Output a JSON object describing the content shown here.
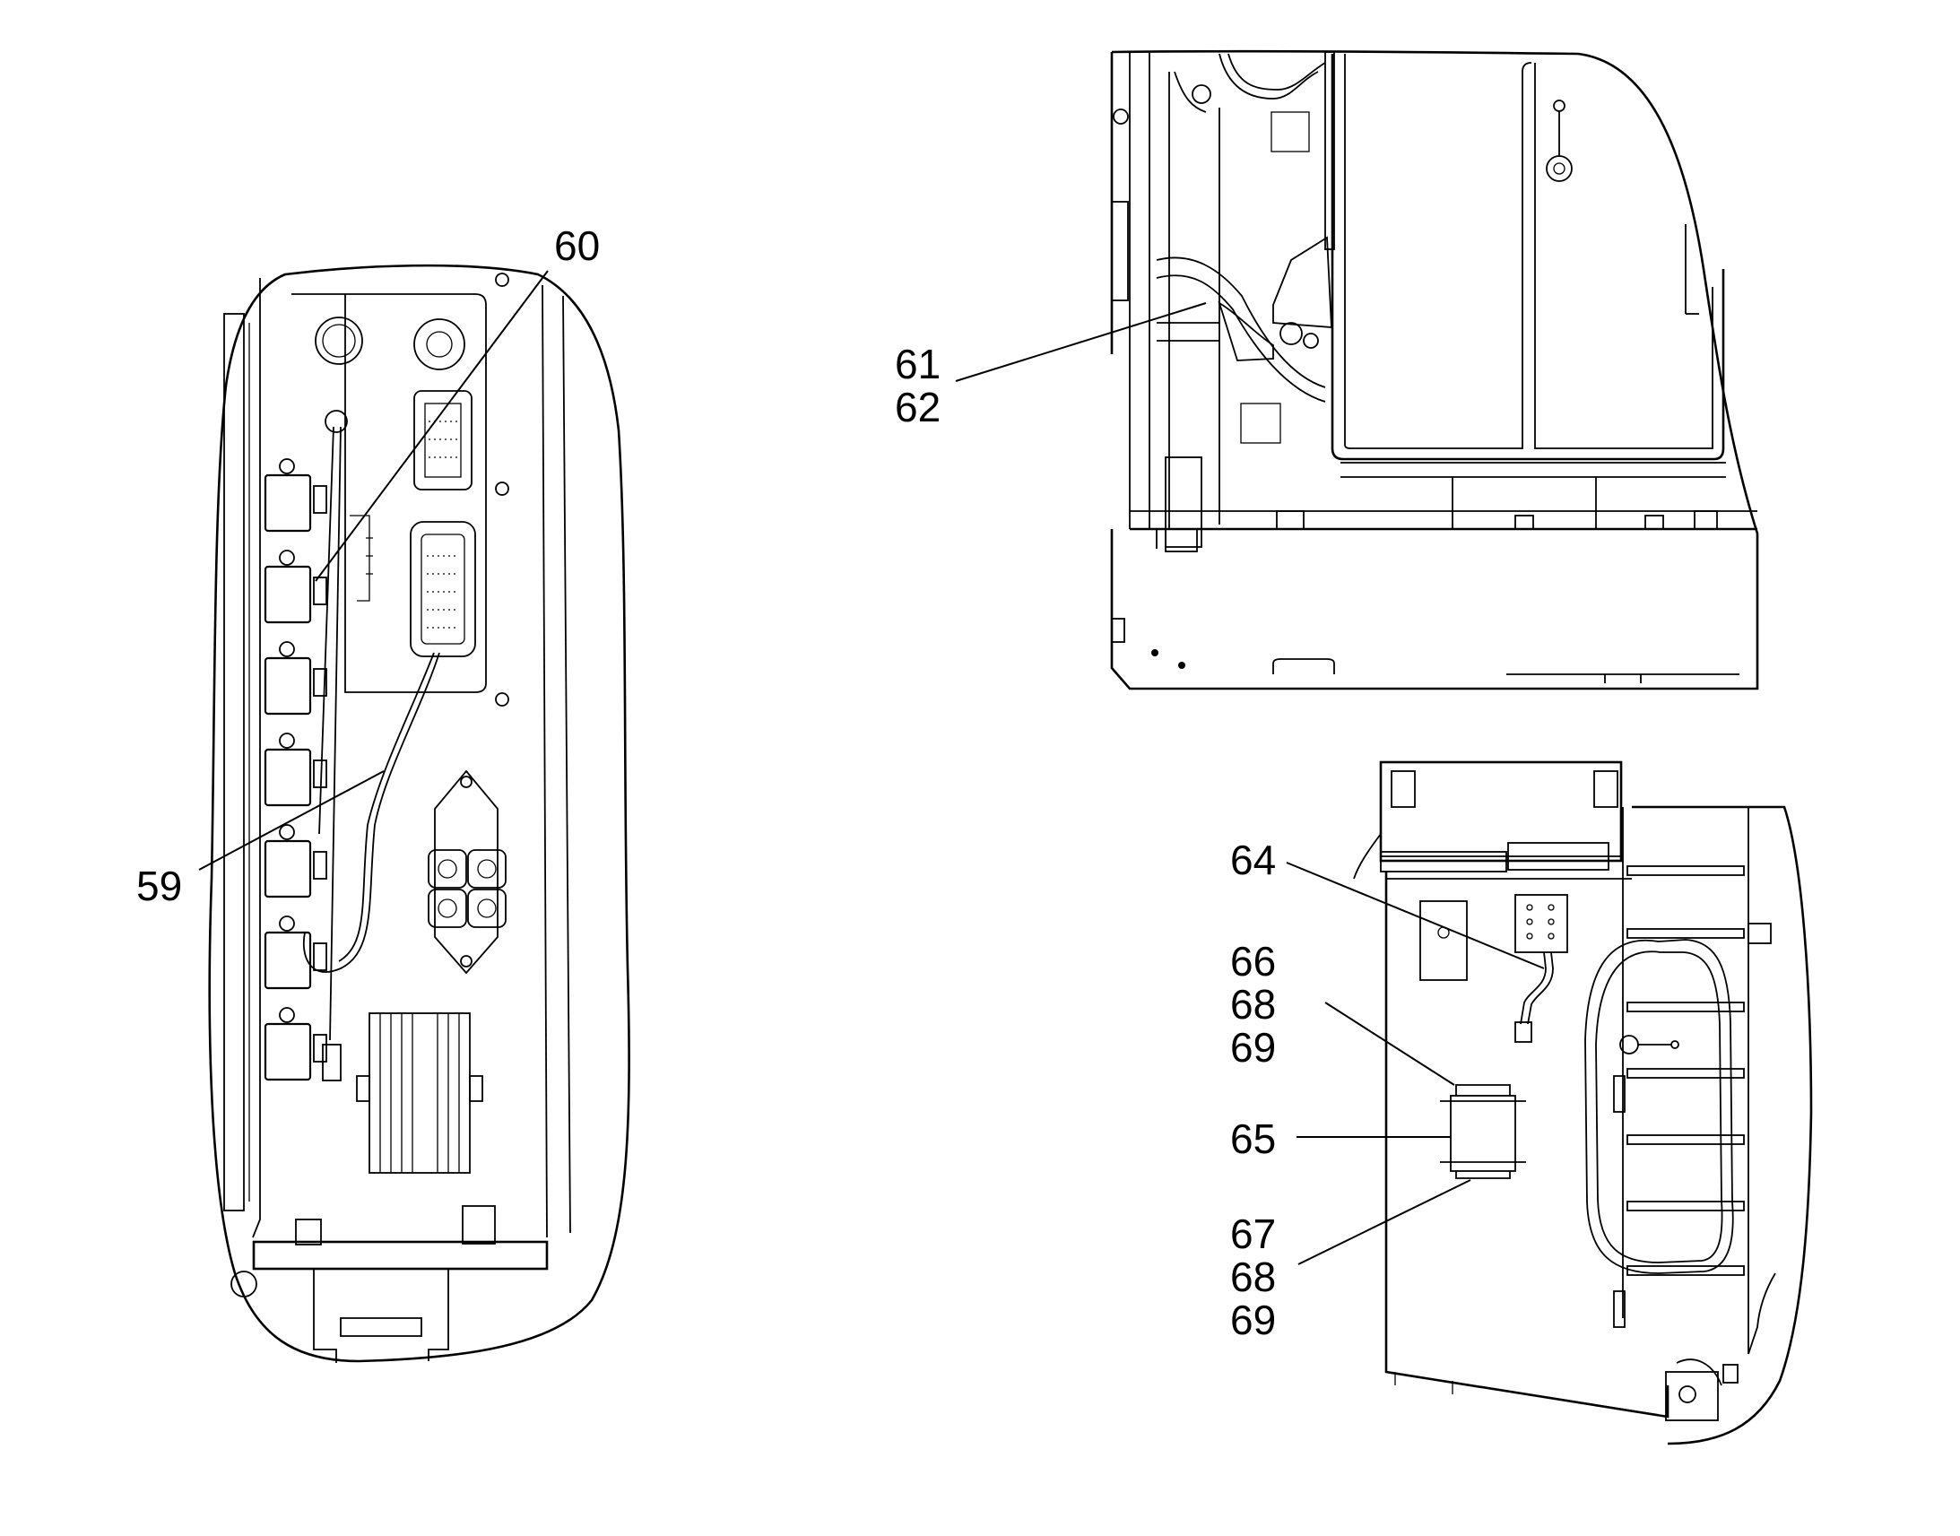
{
  "figure": {
    "views": [
      {
        "name": "left-panel-view",
        "callouts": [
          {
            "id": "callout-59",
            "lines": [
              "59"
            ]
          },
          {
            "id": "callout-60",
            "lines": [
              "60"
            ]
          }
        ]
      },
      {
        "name": "upper-right-view",
        "callouts": [
          {
            "id": "callout-61-62",
            "lines": [
              "61",
              "62"
            ]
          }
        ]
      },
      {
        "name": "lower-right-view",
        "callouts": [
          {
            "id": "callout-64",
            "lines": [
              "64"
            ]
          },
          {
            "id": "callout-66-68-69",
            "lines": [
              "66",
              "68",
              "69"
            ]
          },
          {
            "id": "callout-65",
            "lines": [
              "65"
            ]
          },
          {
            "id": "callout-67-68-69",
            "lines": [
              "67",
              "68",
              "69"
            ]
          }
        ]
      }
    ]
  }
}
